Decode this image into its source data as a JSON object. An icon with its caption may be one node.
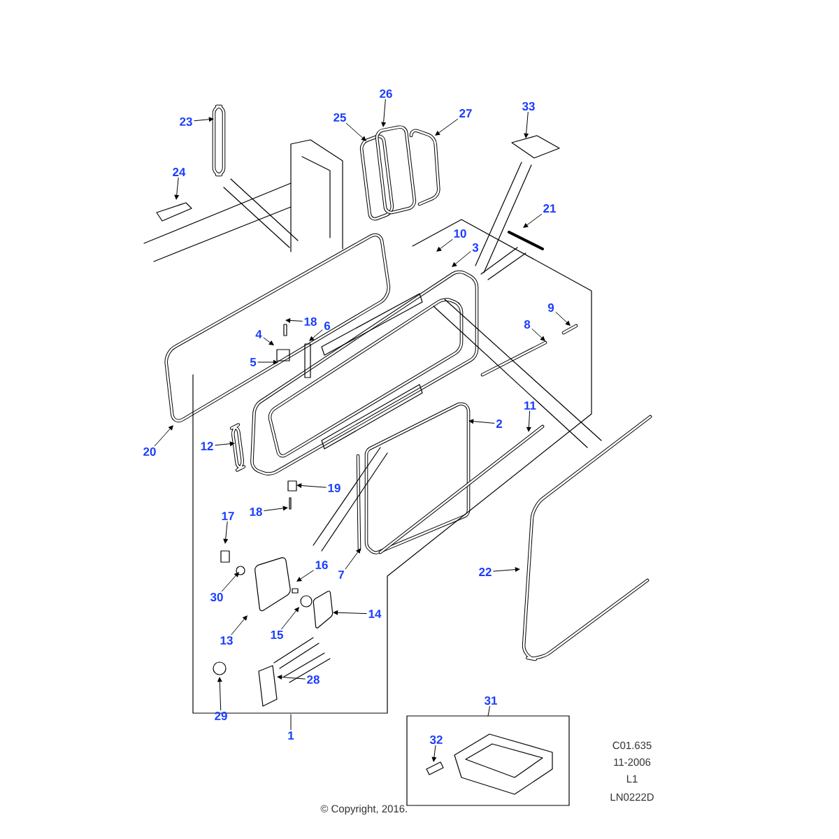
{
  "diagram": {
    "nodes": [
      {
        "text": [
          "26"
        ]
      },
      {
        "text": [
          "33"
        ]
      },
      {
        "text": [
          "27"
        ]
      },
      {
        "text": [
          "25"
        ]
      },
      {
        "text": [
          "23"
        ]
      },
      {
        "text": [
          "24"
        ]
      },
      {
        "text": [
          "21"
        ]
      },
      {
        "text": [
          "10"
        ]
      },
      {
        "text": [
          "3"
        ]
      },
      {
        "text": [
          "9"
        ]
      },
      {
        "text": [
          "18"
        ]
      },
      {
        "text": [
          "8"
        ]
      },
      {
        "text": [
          "6"
        ]
      },
      {
        "text": [
          "4"
        ]
      },
      {
        "text": [
          "5"
        ]
      },
      {
        "text": [
          "11"
        ]
      },
      {
        "text": [
          "2"
        ]
      },
      {
        "text": [
          "12"
        ]
      },
      {
        "text": [
          "20"
        ]
      },
      {
        "text": [
          "19"
        ]
      },
      {
        "text": [
          "18"
        ]
      },
      {
        "text": [
          "17"
        ]
      },
      {
        "text": [
          "16"
        ]
      },
      {
        "text": [
          "22"
        ]
      },
      {
        "text": [
          "7"
        ]
      },
      {
        "text": [
          "30"
        ]
      },
      {
        "text": [
          "14"
        ]
      },
      {
        "text": [
          "15"
        ]
      },
      {
        "text": [
          "13"
        ]
      },
      {
        "text": [
          "28"
        ]
      },
      {
        "text": [
          "31"
        ]
      },
      {
        "text": [
          "29"
        ]
      },
      {
        "text": [
          "1"
        ]
      },
      {
        "text": [
          "32"
        ]
      }
    ],
    "edges": [
      {
        "from": 0,
        "to": null,
        "arrow": "to"
      },
      {
        "from": 1,
        "to": null,
        "arrow": "to"
      },
      {
        "from": 2,
        "to": null,
        "arrow": "to"
      },
      {
        "from": 3,
        "to": null,
        "arrow": "to"
      },
      {
        "from": 4,
        "to": null,
        "arrow": "to"
      },
      {
        "from": 5,
        "to": null,
        "arrow": "to"
      },
      {
        "from": 6,
        "to": null,
        "arrow": "to"
      },
      {
        "from": 7,
        "to": null,
        "arrow": "to"
      },
      {
        "from": 8,
        "to": null,
        "arrow": "to"
      },
      {
        "from": 9,
        "to": null,
        "arrow": "to"
      },
      {
        "from": 10,
        "to": null,
        "arrow": "to"
      },
      {
        "from": 11,
        "to": null,
        "arrow": "to"
      },
      {
        "from": 12,
        "to": null,
        "arrow": "to"
      },
      {
        "from": 13,
        "to": null,
        "arrow": "to"
      },
      {
        "from": 14,
        "to": null,
        "arrow": "to"
      },
      {
        "from": 15,
        "to": null,
        "arrow": "to"
      },
      {
        "from": 16,
        "to": null,
        "arrow": "to"
      },
      {
        "from": 17,
        "to": null,
        "arrow": "to"
      },
      {
        "from": 18,
        "to": null,
        "arrow": "to"
      },
      {
        "from": 19,
        "to": null,
        "arrow": "to"
      },
      {
        "from": 20,
        "to": null,
        "arrow": "to"
      },
      {
        "from": 21,
        "to": null,
        "arrow": "to"
      },
      {
        "from": 22,
        "to": null,
        "arrow": "to"
      },
      {
        "from": 23,
        "to": null,
        "arrow": "to"
      },
      {
        "from": 24,
        "to": null,
        "arrow": "to"
      },
      {
        "from": 25,
        "to": null,
        "arrow": "to"
      },
      {
        "from": 26,
        "to": null,
        "arrow": "to"
      },
      {
        "from": 27,
        "to": null,
        "arrow": "to"
      },
      {
        "from": 28,
        "to": null,
        "arrow": "to"
      },
      {
        "from": 29,
        "to": null,
        "arrow": "to"
      },
      {
        "from": 30,
        "to": null,
        "arrow": "none"
      },
      {
        "from": 31,
        "to": null,
        "arrow": "to"
      },
      {
        "from": 32,
        "to": null,
        "arrow": "none"
      },
      {
        "from": 33,
        "to": null,
        "arrow": "to"
      }
    ],
    "labels": [
      "C01.635",
      "11-2006",
      "L1",
      "LN0222D",
      "© Copyright, 2016."
    ]
  }
}
